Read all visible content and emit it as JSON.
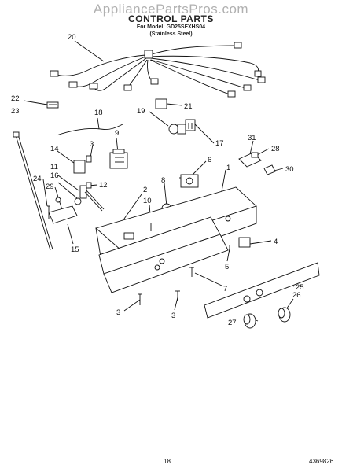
{
  "watermark": "AppliancePartsPros.com",
  "header": {
    "title": "CONTROL PARTS",
    "model_line": "For Model: GD25SFXHS04",
    "finish_line": "(Stainless Steel)"
  },
  "footer": {
    "page_number": "18",
    "document_number": "4369826"
  },
  "callouts": {
    "c20": "20",
    "c22": "22",
    "c23": "23",
    "c21": "21",
    "c19": "19",
    "c17": "17",
    "c18": "18",
    "c9": "9",
    "c3a": "3",
    "c14": "14",
    "c12": "12",
    "c11": "11",
    "c16": "16",
    "c24": "24",
    "c29": "29",
    "c15": "15",
    "c6": "6",
    "c1": "1",
    "c31": "31",
    "c28": "28",
    "c30": "30",
    "c8": "8",
    "c2": "2",
    "c10": "10",
    "c4": "4",
    "c5": "5",
    "c7": "7",
    "c25": "25",
    "c26": "26",
    "c27": "27",
    "c3b": "3",
    "c3c": "3"
  }
}
